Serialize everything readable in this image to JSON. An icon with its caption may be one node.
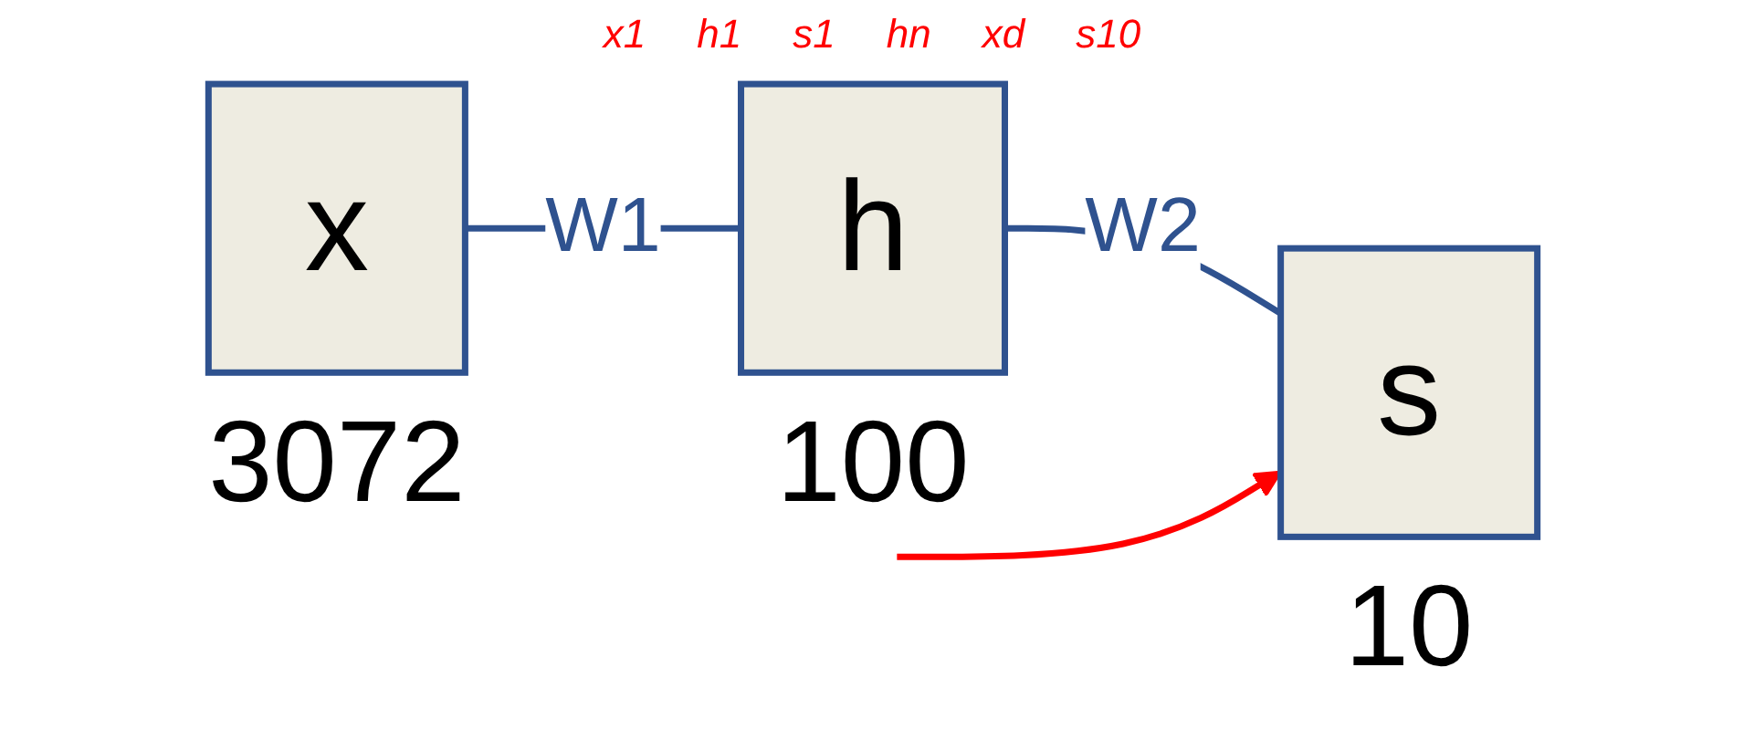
{
  "diagram": {
    "nodes": [
      {
        "text": [
          "x"
        ],
        "beside": [
          "3072"
        ]
      },
      {
        "text": [
          "h"
        ],
        "beside": [
          "100"
        ]
      },
      {
        "text": [
          "s"
        ],
        "beside": [
          "10"
        ]
      }
    ],
    "edges": [
      {
        "from": 0,
        "to": 1,
        "arrow": "none",
        "label": "W1"
      },
      {
        "from": 1,
        "to": 2,
        "arrow": "none",
        "label": "W2"
      },
      {
        "from": null,
        "to": 2,
        "arrow": "to",
        "color": "#ff0000"
      }
    ],
    "labels": [
      "x1",
      "h1",
      "s1",
      "hn",
      "xd",
      "s10"
    ]
  }
}
